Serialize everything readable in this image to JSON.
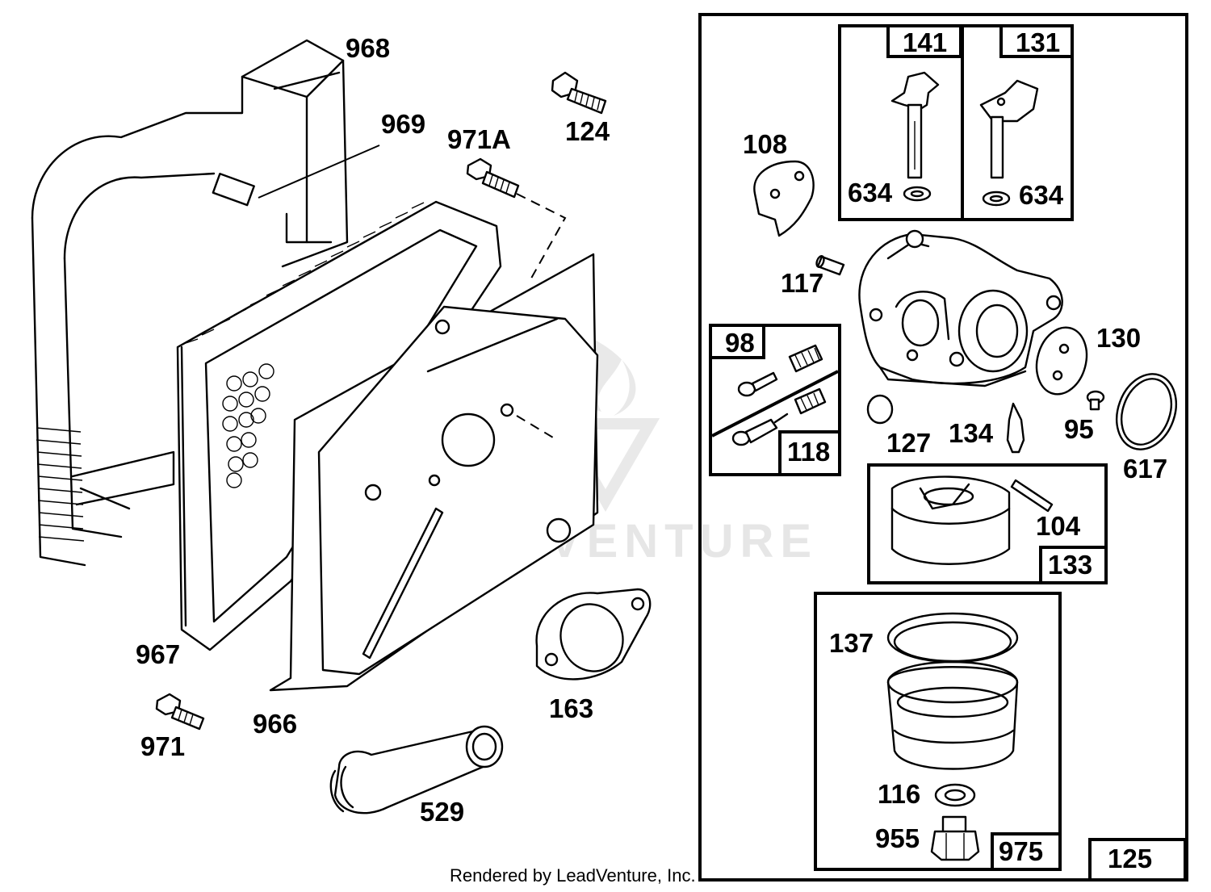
{
  "labels": {
    "p968": "968",
    "p969": "969",
    "p971a": "971A",
    "p124": "124",
    "p967": "967",
    "p966": "966",
    "p971": "971",
    "p163": "163",
    "p529": "529",
    "p108": "108",
    "p141": "141",
    "p131": "131",
    "p634a": "634",
    "p634b": "634",
    "p117": "117",
    "p130": "130",
    "p98": "98",
    "p118": "118",
    "p127": "127",
    "p134": "134",
    "p95": "95",
    "p617": "617",
    "p104": "104",
    "p133": "133",
    "p137": "137",
    "p116": "116",
    "p955": "955",
    "p975": "975",
    "p125": "125"
  },
  "watermark": "LEADVENTURE",
  "credit": "Rendered by LeadVenture, Inc."
}
